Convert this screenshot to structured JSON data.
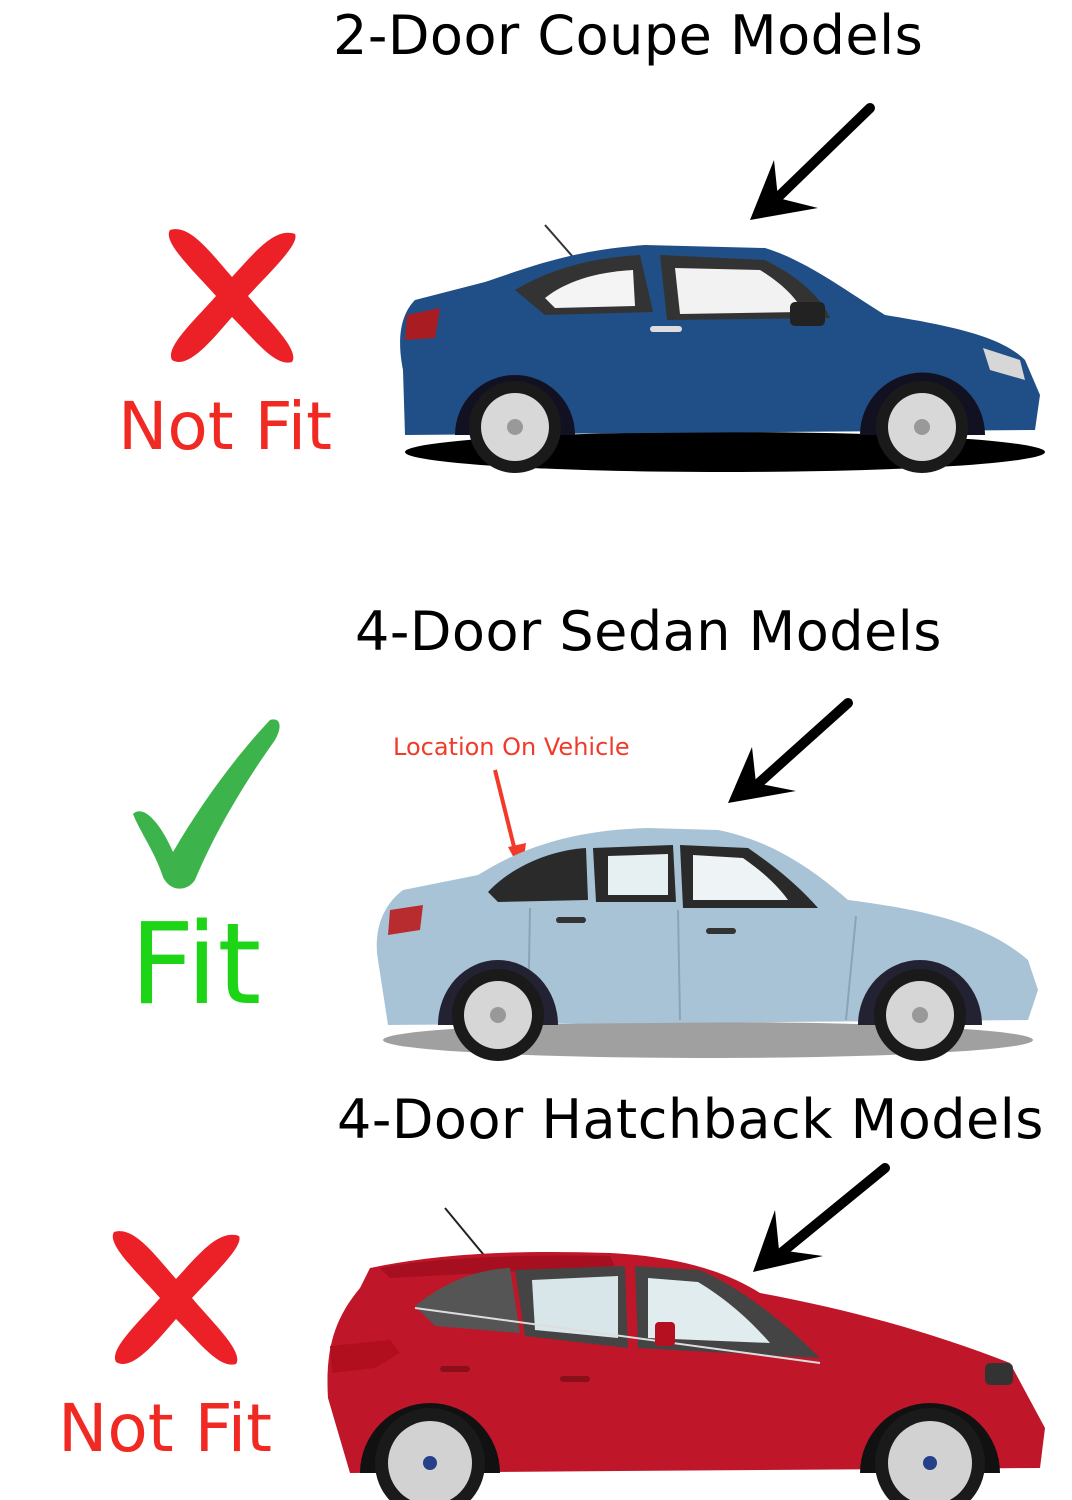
{
  "sections": [
    {
      "id": "coupe",
      "heading": "2-Door Coupe Models",
      "status_label": "Not Fit",
      "status": "not-fit",
      "status_icon": "x-mark-icon",
      "car_color": "#1f4f86"
    },
    {
      "id": "sedan",
      "heading": "4-Door Sedan Models",
      "status_label": "Fit",
      "status": "fit",
      "status_icon": "check-mark-icon",
      "car_color": "#a9c3d6",
      "annotation": "Location On Vehicle"
    },
    {
      "id": "hatchback",
      "heading": "4-Door Hatchback Models",
      "status_label": "Not Fit",
      "status": "not-fit",
      "status_icon": "x-mark-icon",
      "car_color": "#c0162a"
    }
  ],
  "colors": {
    "not_fit": "#f02a22",
    "fit_text": "#1ed416",
    "fit_check": "#3cb44b",
    "annotation": "#f23a2a",
    "heading": "#000000"
  }
}
